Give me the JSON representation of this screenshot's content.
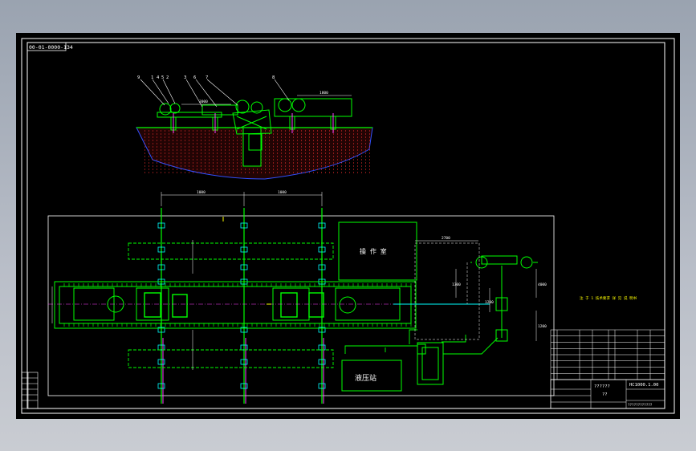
{
  "drawing": {
    "drawing_code": "00-01-0000-134",
    "section_labels": [
      "9",
      "1",
      "4",
      "5",
      "2",
      "3",
      "6",
      "7",
      "8"
    ],
    "top_dims": [
      "3000",
      "1800"
    ],
    "rail_dims": [
      "1000",
      "1000"
    ],
    "operator_room": "操 作 室",
    "hydraulic_station": "液压站",
    "side_dims": [
      "2700",
      "1300",
      "1200",
      "4000",
      "1200"
    ],
    "note": "注 于 1 技术要求 详 见 说 明书",
    "title_block": {
      "drawing_no": "HC1000.1.00",
      "title": "??????",
      "subtitle": "??",
      "company": "????????????"
    }
  },
  "colors": {
    "viewport_bg": "#000000",
    "frame": "#ffffff",
    "main_lines": "#00ff00",
    "dims": "#ffffff",
    "hatch": "#ff3030",
    "accent": "#ffff00",
    "cyan": "#00ffff",
    "magenta": "#ff40ff",
    "blue": "#3050ff"
  }
}
